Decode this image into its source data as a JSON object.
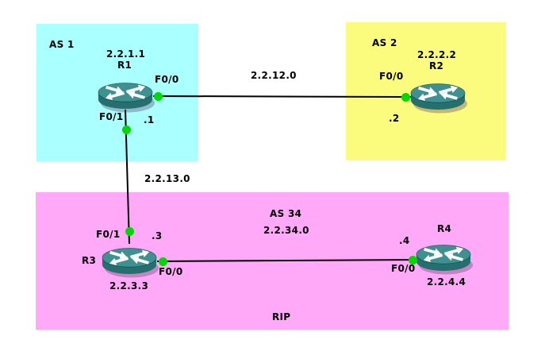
{
  "colors": {
    "as1_bg": "#aaffff",
    "as2_bg": "#fbfb7d",
    "as34_bg": "#ffa9f8",
    "link_line": "#000000",
    "port_dot": "#00d900",
    "router_top": "#3f9191",
    "router_side": "#256f6f"
  },
  "as1": {
    "label": "AS 1"
  },
  "as2": {
    "label": "AS 2"
  },
  "as34": {
    "label": "AS 34",
    "protocol": "RIP"
  },
  "routers": {
    "r1": {
      "name": "R1",
      "ip": "2.2.1.1",
      "if_right": "F0/0",
      "if_down": "F0/1",
      "addr": ".1"
    },
    "r2": {
      "name": "R2",
      "ip": "2.2.2.2",
      "if_left": "F0/0",
      "addr": ".2"
    },
    "r3": {
      "name": "R3",
      "ip": "2.2.3.3",
      "if_up": "F0/1",
      "if_right": "F0/0",
      "addr": ".3"
    },
    "r4": {
      "name": "R4",
      "ip": "2.2.4.4",
      "if_left": "F0/0",
      "addr": ".4"
    }
  },
  "links": {
    "r1_r2": {
      "network": "2.2.12.0"
    },
    "r1_r3": {
      "network": "2.2.13.0"
    },
    "r3_r4": {
      "network": "2.2.34.0"
    }
  }
}
